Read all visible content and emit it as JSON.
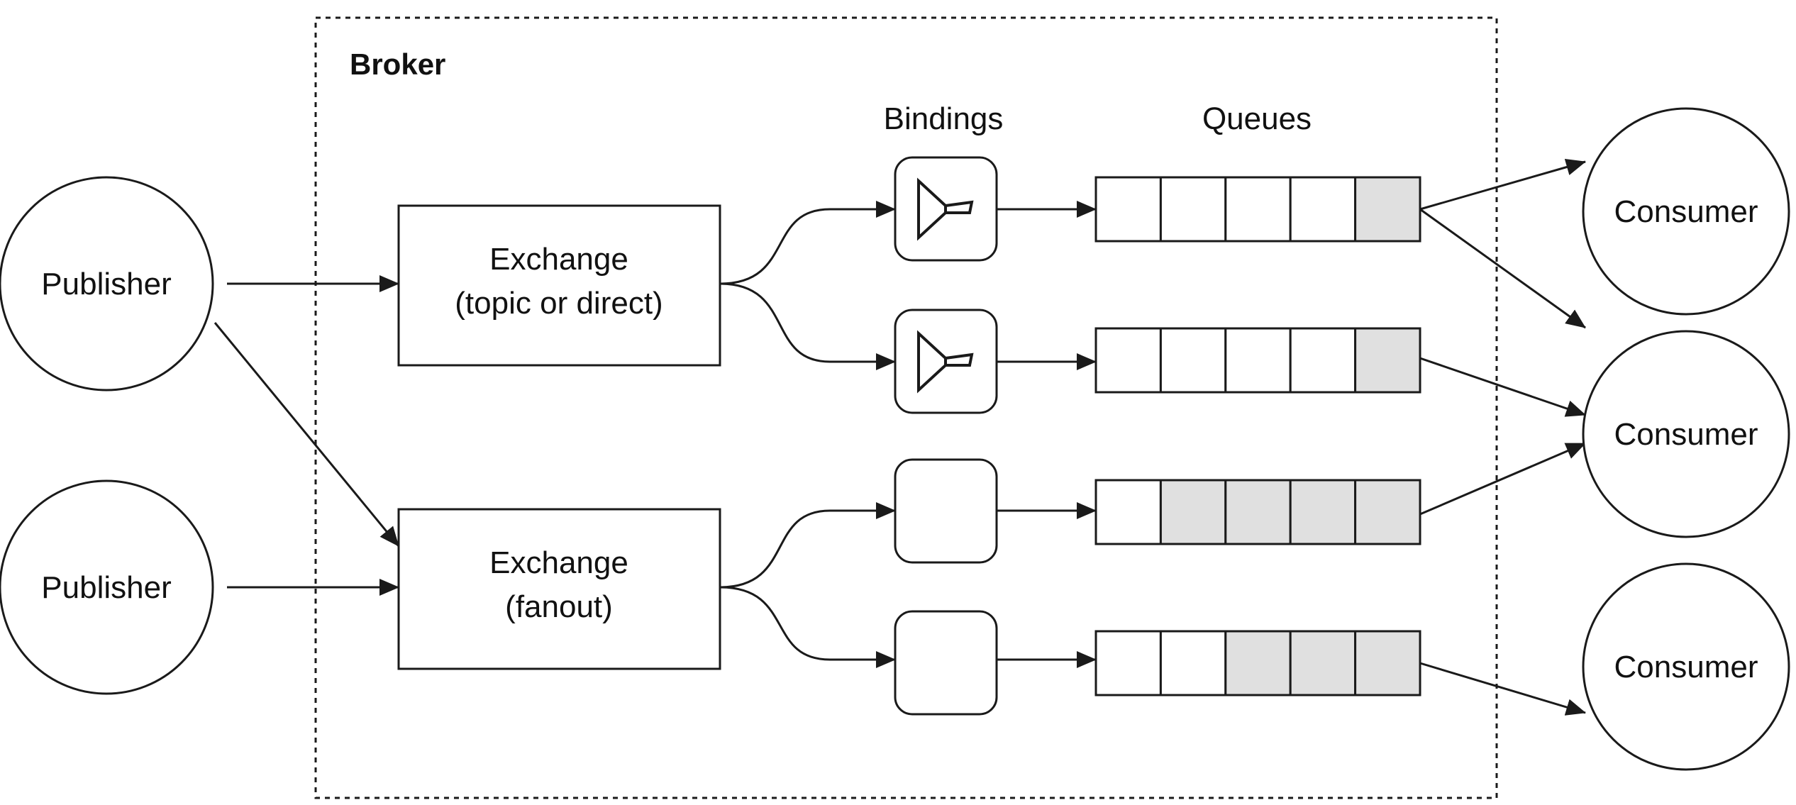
{
  "broker": {
    "label": "Broker"
  },
  "headers": {
    "bindings": "Bindings",
    "queues": "Queues"
  },
  "publishers": [
    {
      "label": "Publisher"
    },
    {
      "label": "Publisher"
    }
  ],
  "exchanges": [
    {
      "line1": "Exchange",
      "line2": "(topic or direct)"
    },
    {
      "line1": "Exchange",
      "line2": "(fanout)"
    }
  ],
  "bindings": [
    {
      "filter": true
    },
    {
      "filter": true
    },
    {
      "filter": false
    },
    {
      "filter": false
    }
  ],
  "queues": [
    {
      "slots": 5,
      "filled_slots": 1
    },
    {
      "slots": 5,
      "filled_slots": 1
    },
    {
      "slots": 5,
      "filled_slots": 4
    },
    {
      "slots": 5,
      "filled_slots": 3
    }
  ],
  "consumers": [
    {
      "label": "Consumer"
    },
    {
      "label": "Consumer"
    },
    {
      "label": "Consumer"
    }
  ],
  "colors": {
    "stroke": "#1a1a1a",
    "filled_slot": "#e0e0e0",
    "background": "#ffffff"
  },
  "edges": [
    {
      "from": "publisher-0",
      "to": "exchange-0"
    },
    {
      "from": "publisher-0",
      "to": "exchange-1"
    },
    {
      "from": "publisher-1",
      "to": "exchange-1"
    },
    {
      "from": "exchange-0",
      "to": "binding-0"
    },
    {
      "from": "exchange-0",
      "to": "binding-1"
    },
    {
      "from": "exchange-1",
      "to": "binding-2"
    },
    {
      "from": "exchange-1",
      "to": "binding-3"
    },
    {
      "from": "binding-0",
      "to": "queue-0"
    },
    {
      "from": "binding-1",
      "to": "queue-1"
    },
    {
      "from": "binding-2",
      "to": "queue-2"
    },
    {
      "from": "binding-3",
      "to": "queue-3"
    },
    {
      "from": "queue-0",
      "to": "consumer-0"
    },
    {
      "from": "queue-0",
      "to": "consumer-1"
    },
    {
      "from": "queue-1",
      "to": "consumer-1"
    },
    {
      "from": "queue-2",
      "to": "consumer-1"
    },
    {
      "from": "queue-3",
      "to": "consumer-2"
    }
  ]
}
